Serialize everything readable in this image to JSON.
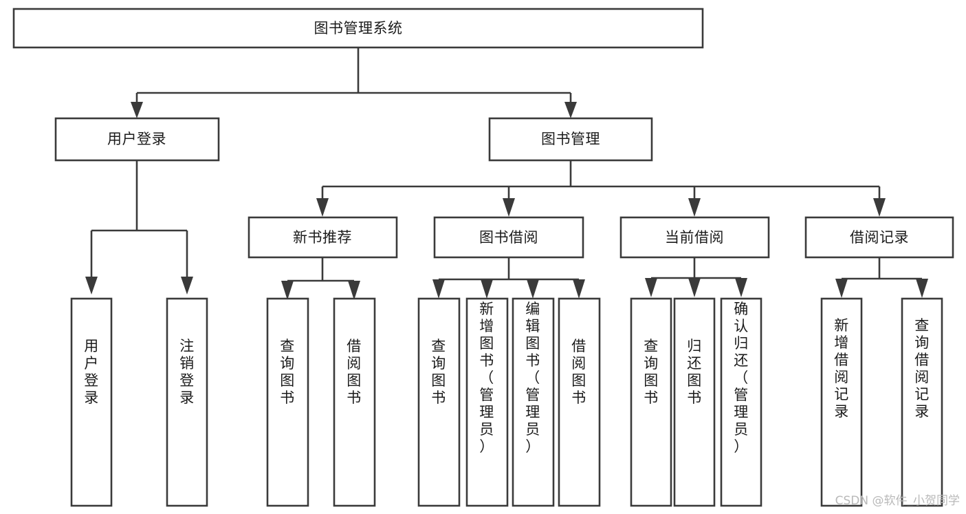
{
  "diagram": {
    "type": "tree-hierarchy",
    "title": "图书管理系统",
    "background_color": "#ffffff",
    "line_color": "#3a3a3a",
    "box_fill": "#ffffff",
    "text_color": "#1b1b1b",
    "root": {
      "id": "root",
      "label": "图书管理系统",
      "orientation": "horizontal"
    },
    "level1": [
      {
        "id": "user-login",
        "label": "用户登录",
        "orientation": "horizontal"
      },
      {
        "id": "book-management",
        "label": "图书管理",
        "orientation": "horizontal"
      }
    ],
    "level2": [
      {
        "id": "new-book-recommend",
        "label": "新书推荐",
        "orientation": "horizontal",
        "parent": "book-management"
      },
      {
        "id": "book-borrow",
        "label": "图书借阅",
        "orientation": "horizontal",
        "parent": "book-management"
      },
      {
        "id": "current-borrow",
        "label": "当前借阅",
        "orientation": "horizontal",
        "parent": "book-management"
      },
      {
        "id": "borrow-record",
        "label": "借阅记录",
        "orientation": "horizontal",
        "parent": "book-management"
      }
    ],
    "leaves": [
      {
        "id": "leaf-user-login",
        "label": "用户登录",
        "orientation": "vertical",
        "parent": "user-login"
      },
      {
        "id": "leaf-user-logout",
        "label": "注销登录",
        "orientation": "vertical",
        "parent": "user-login"
      },
      {
        "id": "leaf-query-book-1",
        "label": "查询图书",
        "orientation": "vertical",
        "parent": "new-book-recommend"
      },
      {
        "id": "leaf-borrow-book-1",
        "label": "借阅图书",
        "orientation": "vertical",
        "parent": "new-book-recommend"
      },
      {
        "id": "leaf-query-book-2",
        "label": "查询图书",
        "orientation": "vertical",
        "parent": "book-borrow"
      },
      {
        "id": "leaf-add-book",
        "label": "新增图书（管理员）",
        "orientation": "vertical",
        "parent": "book-borrow"
      },
      {
        "id": "leaf-edit-book",
        "label": "编辑图书（管理员）",
        "orientation": "vertical",
        "parent": "book-borrow"
      },
      {
        "id": "leaf-borrow-book-2",
        "label": "借阅图书",
        "orientation": "vertical",
        "parent": "book-borrow"
      },
      {
        "id": "leaf-query-book-3",
        "label": "查询图书",
        "orientation": "vertical",
        "parent": "current-borrow"
      },
      {
        "id": "leaf-return-book",
        "label": "归还图书",
        "orientation": "vertical",
        "parent": "current-borrow"
      },
      {
        "id": "leaf-confirm-return",
        "label": "确认归还（管理员）",
        "orientation": "vertical",
        "parent": "current-borrow"
      },
      {
        "id": "leaf-add-record",
        "label": "新增借阅记录",
        "orientation": "vertical",
        "parent": "borrow-record"
      },
      {
        "id": "leaf-query-record",
        "label": "查询借阅记录",
        "orientation": "vertical",
        "parent": "borrow-record"
      }
    ]
  },
  "watermark": {
    "text": "CSDN @软件_小贺同学",
    "color": "#b9b9b9"
  }
}
